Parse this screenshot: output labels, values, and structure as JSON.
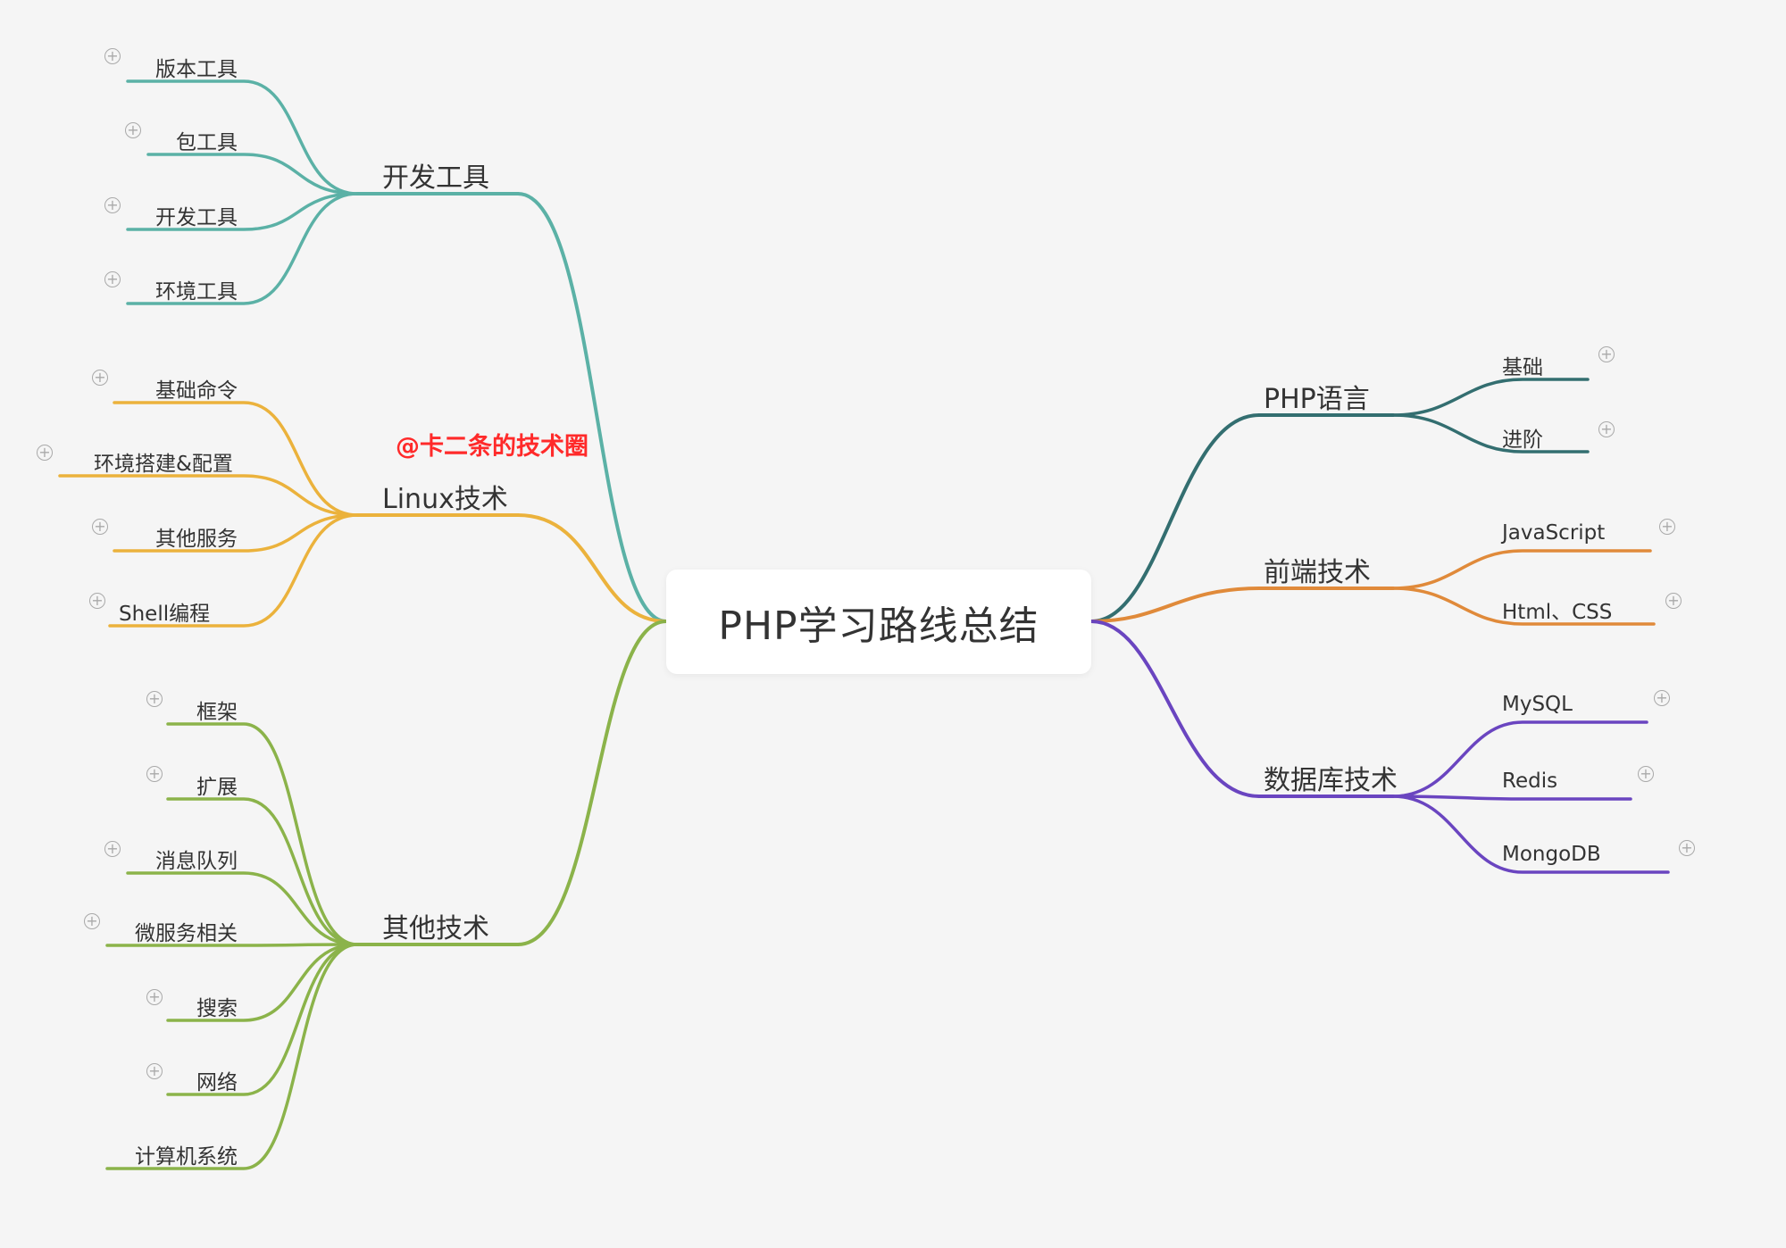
{
  "root": {
    "title": "PHP学习路线总结"
  },
  "watermark": "@卡二条的技术圈",
  "expand_glyph": "+",
  "branches": [
    {
      "label": "开发工具",
      "color": "#5bb1a6",
      "children": [
        {
          "label": "版本工具",
          "expand": true
        },
        {
          "label": "包工具",
          "expand": true
        },
        {
          "label": "开发工具",
          "expand": true
        },
        {
          "label": "环境工具",
          "expand": true
        }
      ]
    },
    {
      "label": "Linux技术",
      "color": "#ebb23c",
      "children": [
        {
          "label": "基础命令",
          "expand": true
        },
        {
          "label": "环境搭建&配置",
          "expand": true
        },
        {
          "label": "其他服务",
          "expand": true
        },
        {
          "label": "Shell编程",
          "expand": true
        }
      ]
    },
    {
      "label": "其他技术",
      "color": "#8bb34a",
      "children": [
        {
          "label": "框架",
          "expand": true
        },
        {
          "label": "扩展",
          "expand": true
        },
        {
          "label": "消息队列",
          "expand": true
        },
        {
          "label": "微服务相关",
          "expand": true
        },
        {
          "label": "搜索",
          "expand": true
        },
        {
          "label": "网络",
          "expand": true
        },
        {
          "label": "计算机系统",
          "expand": false
        }
      ]
    },
    {
      "label": "PHP语言",
      "color": "#336e70",
      "children": [
        {
          "label": "基础",
          "expand": true
        },
        {
          "label": "进阶",
          "expand": true
        }
      ]
    },
    {
      "label": "前端技术",
      "color": "#e08a3a",
      "children": [
        {
          "label": "JavaScript",
          "expand": true
        },
        {
          "label": "Html、CSS",
          "expand": true
        }
      ]
    },
    {
      "label": "数据库技术",
      "color": "#6a45c0",
      "children": [
        {
          "label": "MySQL",
          "expand": true
        },
        {
          "label": "Redis",
          "expand": true
        },
        {
          "label": "MongoDB",
          "expand": true
        }
      ]
    }
  ]
}
